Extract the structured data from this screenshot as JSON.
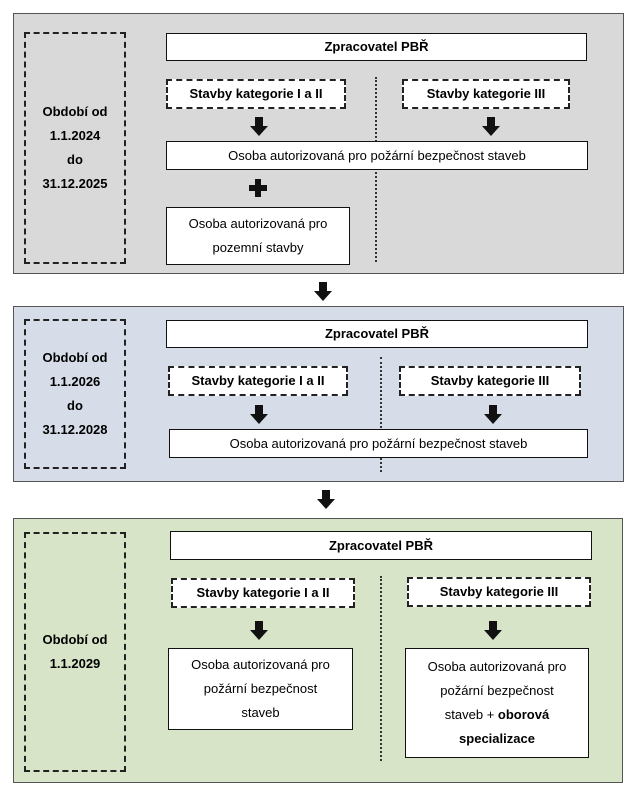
{
  "colors": {
    "panel1_bg": "#d9d9d9",
    "panel2_bg": "#d6dde8",
    "panel3_bg": "#d8e4c8"
  },
  "panels": [
    {
      "period": [
        "Období od",
        "1.1.2024",
        "do",
        "31.12.2025"
      ],
      "processor": "Zpracovatel PBŘ",
      "cat12": "Stavby kategorie I a II",
      "cat3": "Stavby kategorie III",
      "person_fire": "Osoba autorizovaná pro požární bezpečnost staveb",
      "plus_icon": "plus-icon",
      "person_ground": [
        "Osoba autorizovaná pro",
        "pozemní stavby"
      ]
    },
    {
      "period": [
        "Období od",
        "1.1.2026",
        "do",
        "31.12.2028"
      ],
      "processor": "Zpracovatel PBŘ",
      "cat12": "Stavby kategorie I a II",
      "cat3": "Stavby kategorie III",
      "person_fire": "Osoba autorizovaná pro požární bezpečnost staveb"
    },
    {
      "period": [
        "Období od",
        "1.1.2029"
      ],
      "processor": "Zpracovatel PBŘ",
      "cat12": "Stavby kategorie I a II",
      "cat3": "Stavby kategorie III",
      "person_left": [
        "Osoba autorizovaná pro",
        "požární bezpečnost",
        "staveb"
      ],
      "person_right": [
        "Osoba autorizovaná pro",
        "požární bezpečnost",
        "staveb + "
      ],
      "person_right_bold": [
        "oborová",
        "specializace"
      ]
    }
  ]
}
